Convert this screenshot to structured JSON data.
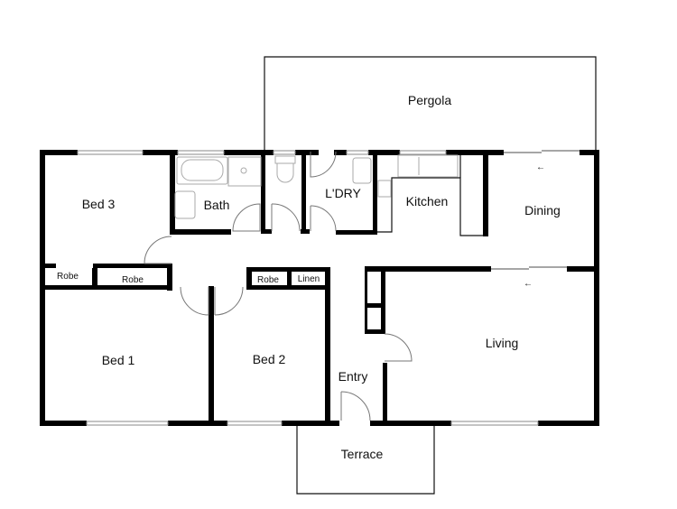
{
  "floor_plan": {
    "rooms": [
      {
        "id": "pergola",
        "label": "Pergola"
      },
      {
        "id": "bed3",
        "label": "Bed 3"
      },
      {
        "id": "bath",
        "label": "Bath"
      },
      {
        "id": "laundry",
        "label": "L'DRY"
      },
      {
        "id": "kitchen",
        "label": "Kitchen"
      },
      {
        "id": "dining",
        "label": "Dining"
      },
      {
        "id": "robe1",
        "label": "Robe"
      },
      {
        "id": "robe2",
        "label": "Robe"
      },
      {
        "id": "robe3",
        "label": "Robe"
      },
      {
        "id": "linen",
        "label": "Linen"
      },
      {
        "id": "bed1",
        "label": "Bed 1"
      },
      {
        "id": "bed2",
        "label": "Bed 2"
      },
      {
        "id": "entry",
        "label": "Entry"
      },
      {
        "id": "living",
        "label": "Living"
      },
      {
        "id": "terrace",
        "label": "Terrace"
      }
    ],
    "sliding_door_arrow": "←",
    "colors": {
      "wall": "#000000",
      "background": "#ffffff",
      "window": "#888888"
    }
  }
}
